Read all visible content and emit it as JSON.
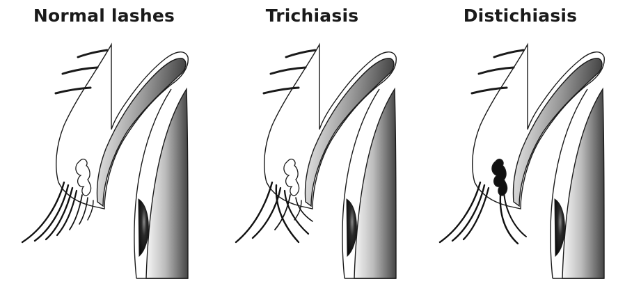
{
  "panels": [
    {
      "id": "normal",
      "title": "Normal lashes"
    },
    {
      "id": "trichiasis",
      "title": "Trichiasis"
    },
    {
      "id": "distichiasis",
      "title": "Distichiasis"
    }
  ],
  "colors": {
    "outline": "#1a1a1a",
    "tarsus_dark": "#3c3c3c",
    "tarsus_light": "#ffffff",
    "globe_dark": "#4a4a4a",
    "globe_light": "#f4f4f4",
    "pupil": "#0e0e0e"
  }
}
